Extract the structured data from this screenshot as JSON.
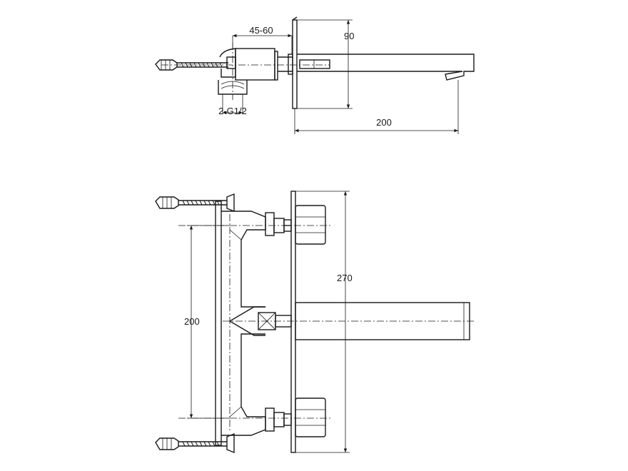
{
  "side_view": {
    "dim_depth": "45-60",
    "dim_height": "90",
    "dim_thread": "2-G1/2",
    "dim_spout": "200"
  },
  "front_view": {
    "dim_total_height": "270",
    "dim_center_distance": "200"
  }
}
